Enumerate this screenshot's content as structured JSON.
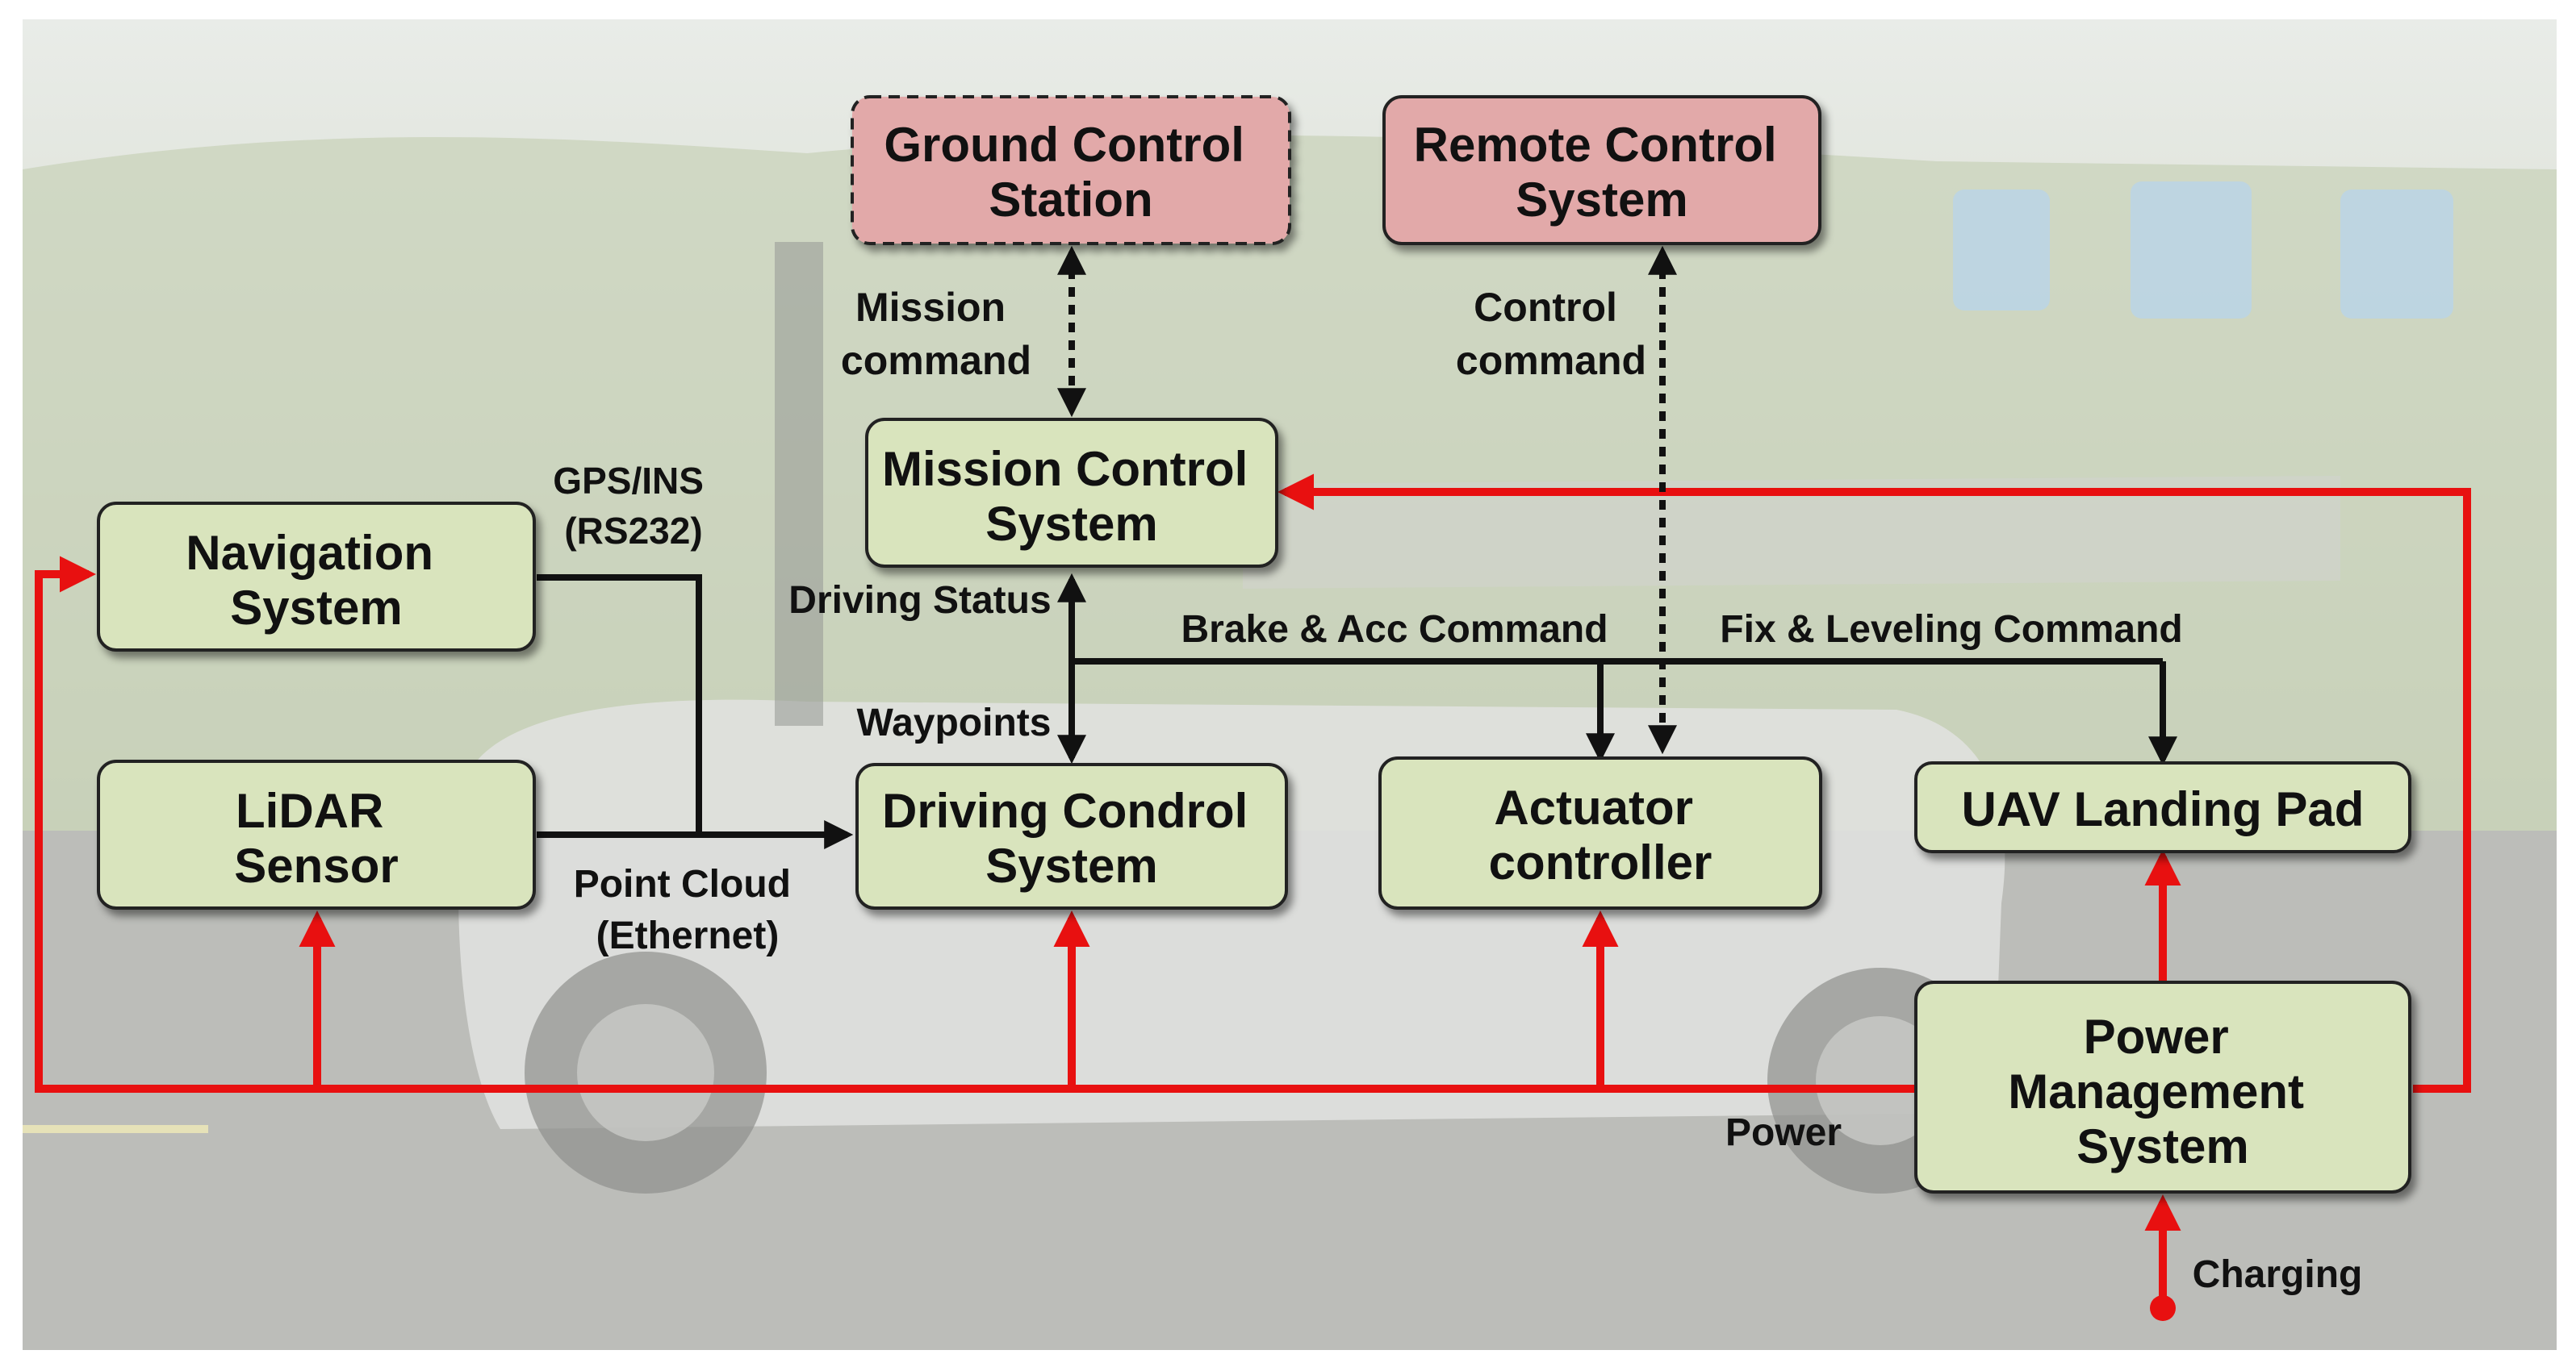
{
  "nodes": {
    "ground_control_station": [
      "Ground Control",
      "Station"
    ],
    "remote_control_system": [
      "Remote Control",
      "System"
    ],
    "mission_control_system": [
      "Mission Control",
      "System"
    ],
    "navigation_system": [
      "Navigation",
      "System"
    ],
    "lidar_sensor": [
      "LiDAR",
      "Sensor"
    ],
    "driving_control_system": [
      "Driving Condrol",
      "System"
    ],
    "actuator_controller": [
      "Actuator",
      "controller"
    ],
    "uav_landing_pad": [
      "UAV Landing Pad"
    ],
    "power_management_system": [
      "Power",
      "Management",
      "System"
    ]
  },
  "labels": {
    "mission_command": [
      "Mission",
      "command"
    ],
    "control_command": [
      "Control",
      "command"
    ],
    "gps_ins": [
      "GPS/INS",
      "(RS232)"
    ],
    "driving_status": "Driving Status",
    "waypoints": "Waypoints",
    "brake_acc_command": "Brake & Acc Command",
    "fix_leveling_command": "Fix & Leveling Command",
    "point_cloud": [
      "Point Cloud",
      "(Ethernet)"
    ],
    "power": "Power",
    "charging": "Charging"
  },
  "colors": {
    "external_node_fill": "#e2a9a9",
    "internal_node_fill": "#d9e4bd",
    "power_line": "#e81010",
    "data_line": "#111111",
    "background_tint": "#c8cfc0"
  }
}
